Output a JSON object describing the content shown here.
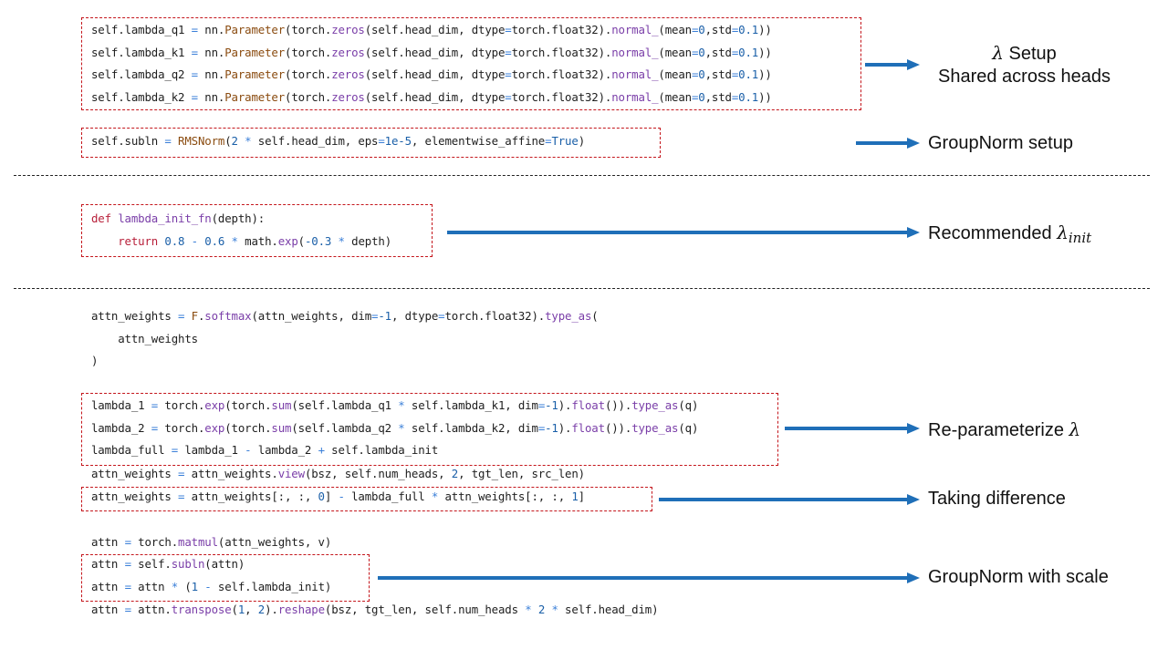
{
  "sections": [
    {
      "id": "lambda-setup",
      "code_blocks": [
        {
          "id": "lambda-params",
          "boxed": true,
          "lines": [
            [
              [
                "self.lambda_q1 ",
                "def"
              ],
              [
                "=",
                "op"
              ],
              [
                " nn.",
                "def"
              ],
              [
                "Parameter",
                "cls"
              ],
              [
                "(torch.",
                "def"
              ],
              [
                "zeros",
                "fn"
              ],
              [
                "(self.head_dim, dtype",
                "def"
              ],
              [
                "=",
                "op"
              ],
              [
                "torch.float32).",
                "def"
              ],
              [
                "normal_",
                "fn"
              ],
              [
                "(mean",
                "def"
              ],
              [
                "=",
                "op"
              ],
              [
                "0",
                "num"
              ],
              [
                ",std",
                "def"
              ],
              [
                "=",
                "op"
              ],
              [
                "0.1",
                "num"
              ],
              [
                "))",
                "def"
              ]
            ],
            [
              [
                "self.lambda_k1 ",
                "def"
              ],
              [
                "=",
                "op"
              ],
              [
                " nn.",
                "def"
              ],
              [
                "Parameter",
                "cls"
              ],
              [
                "(torch.",
                "def"
              ],
              [
                "zeros",
                "fn"
              ],
              [
                "(self.head_dim, dtype",
                "def"
              ],
              [
                "=",
                "op"
              ],
              [
                "torch.float32).",
                "def"
              ],
              [
                "normal_",
                "fn"
              ],
              [
                "(mean",
                "def"
              ],
              [
                "=",
                "op"
              ],
              [
                "0",
                "num"
              ],
              [
                ",std",
                "def"
              ],
              [
                "=",
                "op"
              ],
              [
                "0.1",
                "num"
              ],
              [
                "))",
                "def"
              ]
            ],
            [
              [
                "self.lambda_q2 ",
                "def"
              ],
              [
                "=",
                "op"
              ],
              [
                " nn.",
                "def"
              ],
              [
                "Parameter",
                "cls"
              ],
              [
                "(torch.",
                "def"
              ],
              [
                "zeros",
                "fn"
              ],
              [
                "(self.head_dim, dtype",
                "def"
              ],
              [
                "=",
                "op"
              ],
              [
                "torch.float32).",
                "def"
              ],
              [
                "normal_",
                "fn"
              ],
              [
                "(mean",
                "def"
              ],
              [
                "=",
                "op"
              ],
              [
                "0",
                "num"
              ],
              [
                ",std",
                "def"
              ],
              [
                "=",
                "op"
              ],
              [
                "0.1",
                "num"
              ],
              [
                "))",
                "def"
              ]
            ],
            [
              [
                "self.lambda_k2 ",
                "def"
              ],
              [
                "=",
                "op"
              ],
              [
                " nn.",
                "def"
              ],
              [
                "Parameter",
                "cls"
              ],
              [
                "(torch.",
                "def"
              ],
              [
                "zeros",
                "fn"
              ],
              [
                "(self.head_dim, dtype",
                "def"
              ],
              [
                "=",
                "op"
              ],
              [
                "torch.float32).",
                "def"
              ],
              [
                "normal_",
                "fn"
              ],
              [
                "(mean",
                "def"
              ],
              [
                "=",
                "op"
              ],
              [
                "0",
                "num"
              ],
              [
                ",std",
                "def"
              ],
              [
                "=",
                "op"
              ],
              [
                "0.1",
                "num"
              ],
              [
                "))",
                "def"
              ]
            ]
          ]
        },
        {
          "id": "subln-setup",
          "boxed": true,
          "lines": [
            [
              [
                "self.subln ",
                "def"
              ],
              [
                "=",
                "op"
              ],
              [
                " ",
                "def"
              ],
              [
                "RMSNorm",
                "cls"
              ],
              [
                "(",
                "def"
              ],
              [
                "2",
                "num"
              ],
              [
                " ",
                "def"
              ],
              [
                "*",
                "op"
              ],
              [
                " self.head_dim, eps",
                "def"
              ],
              [
                "=",
                "op"
              ],
              [
                "1e-5",
                "num"
              ],
              [
                ", elementwise_affine",
                "def"
              ],
              [
                "=",
                "op"
              ],
              [
                "True",
                "num"
              ],
              [
                ")",
                "def"
              ]
            ]
          ]
        }
      ],
      "annotations": [
        {
          "prefix_symbol": "λ",
          "text": " Setup",
          "line2": "Shared across heads"
        },
        {
          "text": "GroupNorm setup"
        }
      ]
    },
    {
      "id": "lambda-init",
      "code_blocks": [
        {
          "id": "lambda-init-fn",
          "boxed": true,
          "lines": [
            [
              [
                "def",
                "kw"
              ],
              [
                " ",
                "def"
              ],
              [
                "lambda_init_fn",
                "fn"
              ],
              [
                "(depth):",
                "def"
              ]
            ],
            [
              [
                "    ",
                "def"
              ],
              [
                "return",
                "kw"
              ],
              [
                " ",
                "def"
              ],
              [
                "0.8",
                "num"
              ],
              [
                " ",
                "def"
              ],
              [
                "-",
                "op"
              ],
              [
                " ",
                "def"
              ],
              [
                "0.6",
                "num"
              ],
              [
                " ",
                "def"
              ],
              [
                "*",
                "op"
              ],
              [
                " math.",
                "def"
              ],
              [
                "exp",
                "fn"
              ],
              [
                "(",
                "def"
              ],
              [
                "-0.3",
                "num"
              ],
              [
                " ",
                "def"
              ],
              [
                "*",
                "op"
              ],
              [
                " depth)",
                "def"
              ]
            ]
          ]
        }
      ],
      "annotations": [
        {
          "text": "Recommended ",
          "symbol": "λ",
          "subscript": "init"
        }
      ]
    },
    {
      "id": "forward",
      "code_blocks": [
        {
          "id": "softmax",
          "boxed": false,
          "lines": [
            [
              [
                "attn_weights ",
                "def"
              ],
              [
                "=",
                "op"
              ],
              [
                " ",
                "def"
              ],
              [
                "F",
                "cls"
              ],
              [
                ".",
                "def"
              ],
              [
                "softmax",
                "fn"
              ],
              [
                "(attn_weights, dim",
                "def"
              ],
              [
                "=",
                "op"
              ],
              [
                "-1",
                "num"
              ],
              [
                ", dtype",
                "def"
              ],
              [
                "=",
                "op"
              ],
              [
                "torch.float32).",
                "def"
              ],
              [
                "type_as",
                "fn"
              ],
              [
                "(",
                "def"
              ]
            ],
            [
              [
                "    attn_weights",
                "def"
              ]
            ],
            [
              [
                ")",
                "def"
              ]
            ]
          ]
        },
        {
          "id": "reparam",
          "boxed": true,
          "lines": [
            [
              [
                "lambda_1 ",
                "def"
              ],
              [
                "=",
                "op"
              ],
              [
                " torch.",
                "def"
              ],
              [
                "exp",
                "fn"
              ],
              [
                "(torch.",
                "def"
              ],
              [
                "sum",
                "fn"
              ],
              [
                "(self.lambda_q1 ",
                "def"
              ],
              [
                "*",
                "op"
              ],
              [
                " self.lambda_k1, dim",
                "def"
              ],
              [
                "=",
                "op"
              ],
              [
                "-1",
                "num"
              ],
              [
                ").",
                "def"
              ],
              [
                "float",
                "fn"
              ],
              [
                "()).",
                "def"
              ],
              [
                "type_as",
                "fn"
              ],
              [
                "(q)",
                "def"
              ]
            ],
            [
              [
                "lambda_2 ",
                "def"
              ],
              [
                "=",
                "op"
              ],
              [
                " torch.",
                "def"
              ],
              [
                "exp",
                "fn"
              ],
              [
                "(torch.",
                "def"
              ],
              [
                "sum",
                "fn"
              ],
              [
                "(self.lambda_q2 ",
                "def"
              ],
              [
                "*",
                "op"
              ],
              [
                " self.lambda_k2, dim",
                "def"
              ],
              [
                "=",
                "op"
              ],
              [
                "-1",
                "num"
              ],
              [
                ").",
                "def"
              ],
              [
                "float",
                "fn"
              ],
              [
                "()).",
                "def"
              ],
              [
                "type_as",
                "fn"
              ],
              [
                "(q)",
                "def"
              ]
            ],
            [
              [
                "lambda_full ",
                "def"
              ],
              [
                "=",
                "op"
              ],
              [
                " lambda_1 ",
                "def"
              ],
              [
                "-",
                "op"
              ],
              [
                " lambda_2 ",
                "def"
              ],
              [
                "+",
                "op"
              ],
              [
                " self.lambda_init",
                "def"
              ]
            ]
          ]
        },
        {
          "id": "view",
          "boxed": false,
          "lines": [
            [
              [
                "attn_weights ",
                "def"
              ],
              [
                "=",
                "op"
              ],
              [
                " attn_weights.",
                "def"
              ],
              [
                "view",
                "fn"
              ],
              [
                "(bsz, self.num_heads, ",
                "def"
              ],
              [
                "2",
                "num"
              ],
              [
                ", tgt_len, src_len)",
                "def"
              ]
            ]
          ]
        },
        {
          "id": "difference",
          "boxed": true,
          "lines": [
            [
              [
                "attn_weights ",
                "def"
              ],
              [
                "=",
                "op"
              ],
              [
                " attn_weights[:, :, ",
                "def"
              ],
              [
                "0",
                "num"
              ],
              [
                "] ",
                "def"
              ],
              [
                "-",
                "op"
              ],
              [
                " lambda_full ",
                "def"
              ],
              [
                "*",
                "op"
              ],
              [
                " attn_weights[:, :, ",
                "def"
              ],
              [
                "1",
                "num"
              ],
              [
                "]",
                "def"
              ]
            ]
          ]
        },
        {
          "id": "matmul",
          "boxed": false,
          "lines": [
            [
              [
                "attn ",
                "def"
              ],
              [
                "=",
                "op"
              ],
              [
                " torch.",
                "def"
              ],
              [
                "matmul",
                "fn"
              ],
              [
                "(attn_weights, v)",
                "def"
              ]
            ]
          ]
        },
        {
          "id": "groupnorm-scale",
          "boxed": true,
          "lines": [
            [
              [
                "attn ",
                "def"
              ],
              [
                "=",
                "op"
              ],
              [
                " self.",
                "def"
              ],
              [
                "subln",
                "fn"
              ],
              [
                "(attn)",
                "def"
              ]
            ],
            [
              [
                "attn ",
                "def"
              ],
              [
                "=",
                "op"
              ],
              [
                " attn ",
                "def"
              ],
              [
                "*",
                "op"
              ],
              [
                " (",
                "def"
              ],
              [
                "1",
                "num"
              ],
              [
                " ",
                "def"
              ],
              [
                "-",
                "op"
              ],
              [
                " self.lambda_init)",
                "def"
              ]
            ]
          ]
        },
        {
          "id": "reshape",
          "boxed": false,
          "lines": [
            [
              [
                "attn ",
                "def"
              ],
              [
                "=",
                "op"
              ],
              [
                " attn.",
                "def"
              ],
              [
                "transpose",
                "fn"
              ],
              [
                "(",
                "def"
              ],
              [
                "1",
                "num"
              ],
              [
                ", ",
                "def"
              ],
              [
                "2",
                "num"
              ],
              [
                ").",
                "def"
              ],
              [
                "reshape",
                "fn"
              ],
              [
                "(bsz, tgt_len, self.num_heads ",
                "def"
              ],
              [
                "*",
                "op"
              ],
              [
                " ",
                "def"
              ],
              [
                "2",
                "num"
              ],
              [
                " ",
                "def"
              ],
              [
                "*",
                "op"
              ],
              [
                " self.head_dim)",
                "def"
              ]
            ]
          ]
        }
      ],
      "annotations": [
        {
          "text": "Re-parameterize ",
          "symbol": "λ"
        },
        {
          "text": "Taking difference"
        },
        {
          "text": "GroupNorm with scale"
        }
      ]
    }
  ],
  "colors": {
    "box_border": "#c4161c",
    "arrow": "#1f6fb8",
    "divider": "#222222"
  }
}
